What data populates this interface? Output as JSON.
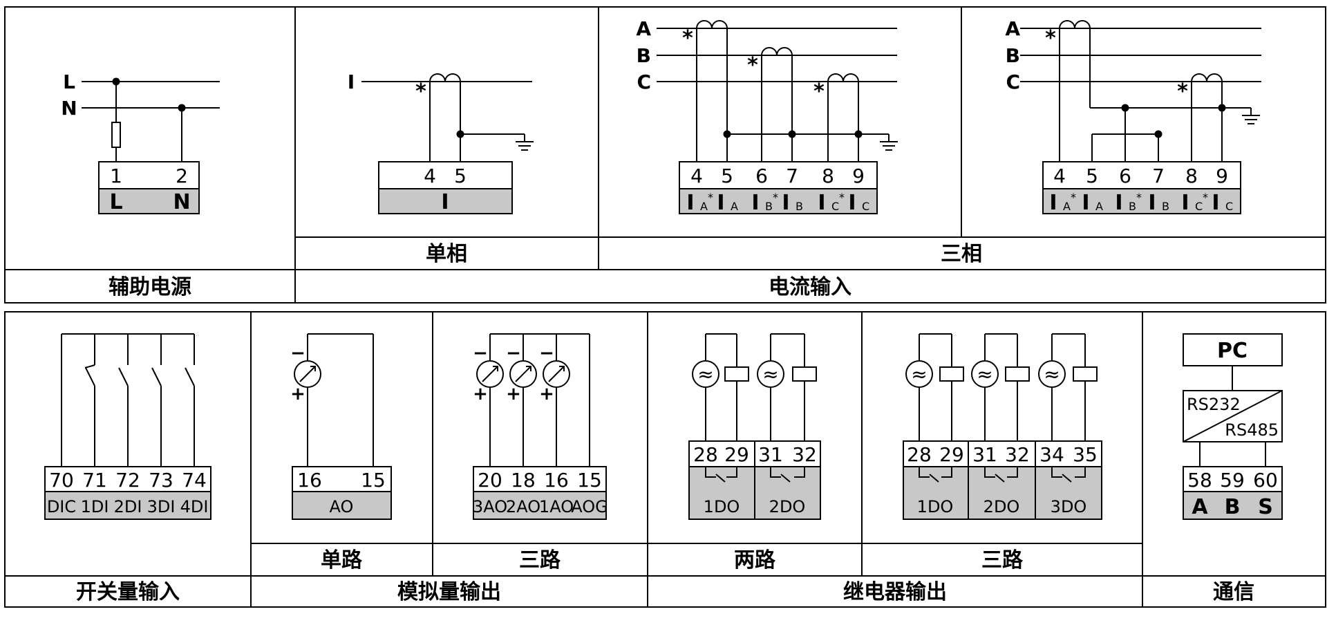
{
  "top": {
    "aux_power": {
      "title": "辅助电源",
      "wires": [
        "L",
        "N"
      ],
      "terminals": [
        "1",
        "2"
      ],
      "labels": [
        "L",
        "N"
      ]
    },
    "current_input": {
      "title": "电流输入",
      "single": {
        "subtitle": "单相",
        "wire": "I",
        "terminals": [
          "4",
          "5"
        ],
        "label": "I"
      },
      "three": {
        "subtitle": "三相",
        "wires": [
          "A",
          "B",
          "C"
        ],
        "terminals": [
          "4",
          "5",
          "6",
          "7",
          "8",
          "9"
        ],
        "labels": [
          {
            "main": "I",
            "sub": "A",
            "star": "*"
          },
          {
            "main": "I",
            "sub": "A",
            "star": ""
          },
          {
            "main": "I",
            "sub": "B",
            "star": "*"
          },
          {
            "main": "I",
            "sub": "B",
            "star": ""
          },
          {
            "main": "I",
            "sub": "C",
            "star": "*"
          },
          {
            "main": "I",
            "sub": "C",
            "star": ""
          }
        ]
      }
    }
  },
  "bottom": {
    "switch_input": {
      "title": "开关量输入",
      "terminals": [
        "70",
        "71",
        "72",
        "73",
        "74"
      ],
      "labels": [
        "DIC",
        "1DI",
        "2DI",
        "3DI",
        "4DI"
      ]
    },
    "analog_output": {
      "title": "模拟量输出",
      "single": {
        "subtitle": "单路",
        "terminals": [
          "16",
          "15"
        ],
        "label": "AO",
        "minus": "−",
        "plus": "+"
      },
      "three": {
        "subtitle": "三路",
        "terminals": [
          "20",
          "18",
          "16",
          "15"
        ],
        "labels": [
          "3AO",
          "2AO",
          "1AO",
          "AOG"
        ],
        "minus": "−",
        "plus": "+"
      }
    },
    "relay_output": {
      "title": "继电器输出",
      "two": {
        "subtitle": "两路",
        "terminals": [
          "28",
          "29",
          "31",
          "32"
        ],
        "labels": [
          "1DO",
          "2DO"
        ]
      },
      "three": {
        "subtitle": "三路",
        "terminals": [
          "28",
          "29",
          "31",
          "32",
          "34",
          "35"
        ],
        "labels": [
          "1DO",
          "2DO",
          "3DO"
        ]
      }
    },
    "communication": {
      "title": "通信",
      "pc": "PC",
      "converter": [
        "RS232",
        "RS485"
      ],
      "terminals": [
        "58",
        "59",
        "60"
      ],
      "labels": [
        "A",
        "B",
        "S"
      ]
    }
  }
}
